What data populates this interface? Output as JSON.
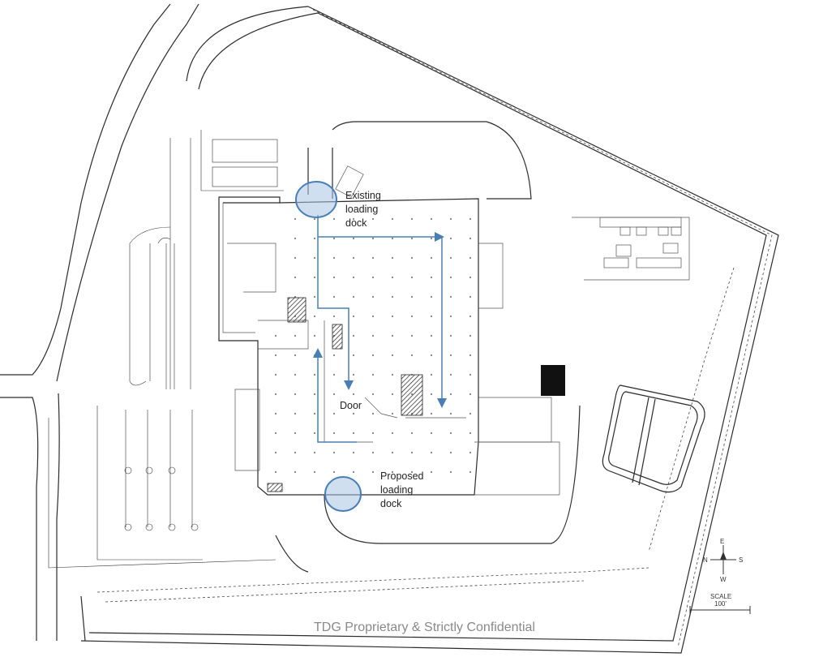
{
  "annotations": {
    "existing_dock_line1": "Existing",
    "existing_dock_line2": "loading",
    "existing_dock_line3": "dock",
    "door": "Door",
    "proposed_dock_line1": "Proposed",
    "proposed_dock_line2": "loading",
    "proposed_dock_line3": "dock"
  },
  "compass": {
    "north": "N",
    "south": "S",
    "east": "E",
    "west": "W"
  },
  "scale": {
    "label": "SCALE",
    "value": "100'"
  },
  "footer": "TDG Proprietary & Strictly Confidential",
  "colors": {
    "route_arrow": "#4a7fb5",
    "dock_highlight_fill": "#a9c4e3",
    "dock_highlight_stroke": "#4a7fb5",
    "footer_text": "#8a8a8a"
  }
}
